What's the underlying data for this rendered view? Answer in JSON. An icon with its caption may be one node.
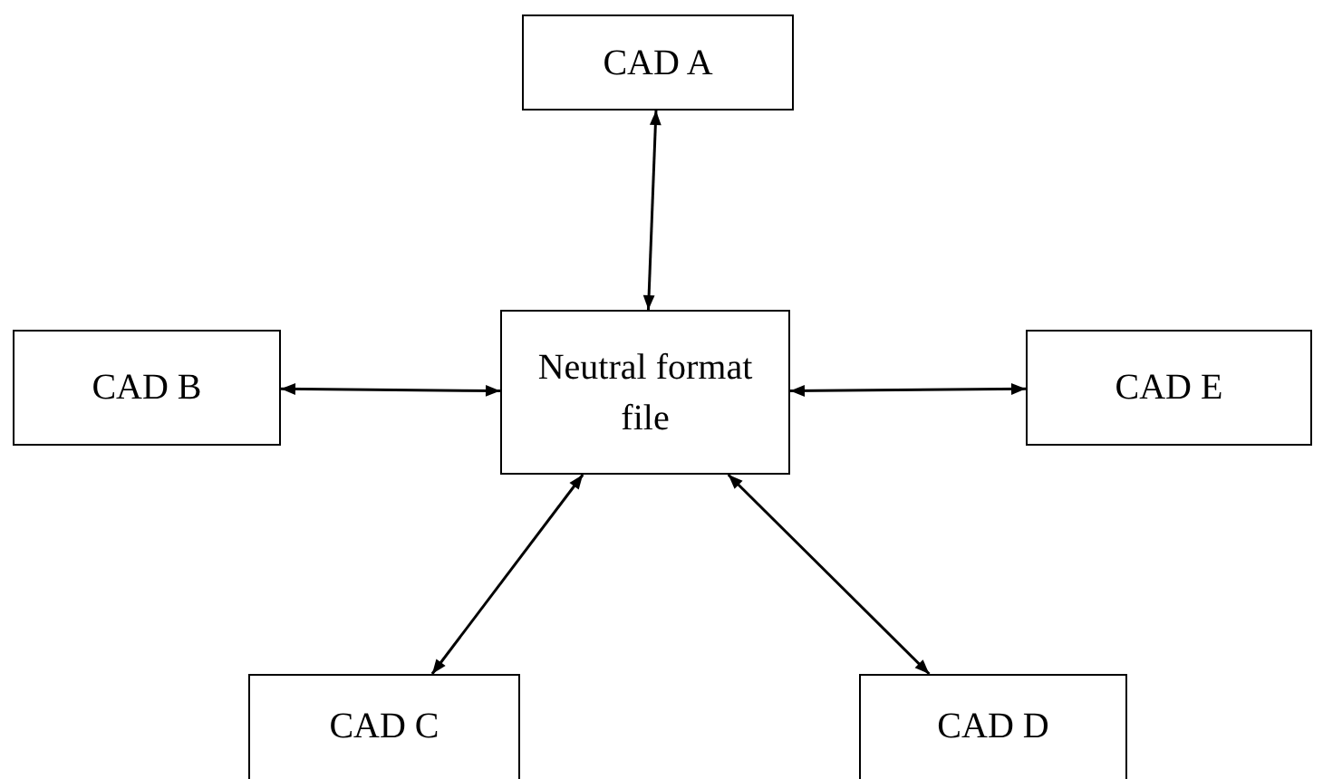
{
  "diagram": {
    "nodes": [
      {
        "text": [
          "CAD A"
        ]
      },
      {
        "text": [
          "CAD B"
        ]
      },
      {
        "text": [
          "Neutral format file"
        ]
      },
      {
        "text": [
          "CAD E"
        ]
      },
      {
        "text": [
          "CAD C"
        ]
      },
      {
        "text": [
          "CAD D"
        ]
      }
    ],
    "edges": [
      {
        "from": 2,
        "to": 0,
        "arrow": "both"
      },
      {
        "from": 2,
        "to": 1,
        "arrow": "both"
      },
      {
        "from": 2,
        "to": 3,
        "arrow": "both"
      },
      {
        "from": 2,
        "to": 4,
        "arrow": "both"
      },
      {
        "from": 2,
        "to": 5,
        "arrow": "both"
      }
    ]
  }
}
